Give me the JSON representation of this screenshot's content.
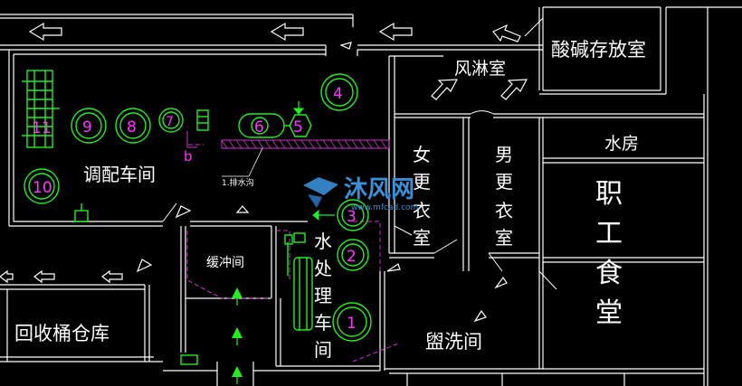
{
  "rooms": {
    "tiaopei": "调配车间",
    "suanjian": "酸碱存放室",
    "fenglin": "风淋室",
    "shuifang": "水房",
    "zhigong": [
      "职",
      "工",
      "食",
      "堂"
    ],
    "nv_genyi": [
      "女",
      "更",
      "衣",
      "室"
    ],
    "nan_genyi": [
      "男",
      "更",
      "衣",
      "室"
    ],
    "huanchong": "缓冲间",
    "shuichuli": [
      "水",
      "处",
      "理",
      "车",
      "间"
    ],
    "huishou": "回收桶仓库",
    "guanxi": "盥洗间"
  },
  "equipment_numbers": [
    "1",
    "2",
    "3",
    "4",
    "5",
    "6",
    "7",
    "8",
    "9",
    "10",
    "11"
  ],
  "markers": {
    "b": "b"
  },
  "annotations": {
    "drain": "1.排水沟"
  },
  "watermark": {
    "main": "沐风网",
    "url": "www.mfcad.com"
  },
  "colors": {
    "wall": "#ffffff",
    "equipment": "#22ee22",
    "number": "#ff33ff",
    "dashed": "#cc33cc",
    "arrow_green": "#22ee22",
    "watermark": "#3a8fd8"
  }
}
